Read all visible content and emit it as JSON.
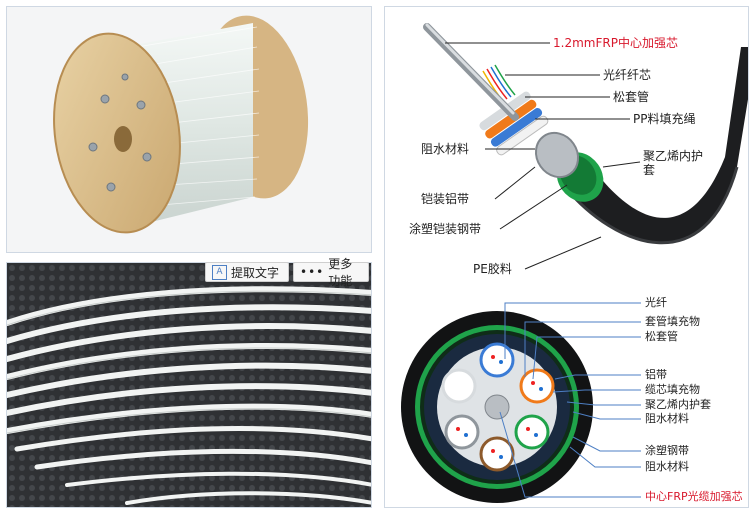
{
  "toolbar": {
    "extract_text": "提取文字",
    "more_features": "更多功能"
  },
  "cable_callouts": {
    "frp": "1.2mmFRP中心加强芯",
    "fiber_core": "光纤纤芯",
    "loose_tube": "松套管",
    "pp_filler": "PP料填充绳",
    "water_block": "阻水材料",
    "pe_inner": "聚乙烯内护套",
    "al_tape": "铠装铝带",
    "steel_tape": "涂塑铠装钢带",
    "pe_jacket": "PE胶料"
  },
  "cross_section_callouts": {
    "fiber": "光纤",
    "tube_filler": "套管填充物",
    "loose_tube": "松套管",
    "al_tape": "铝带",
    "core_filler": "缆芯填充物",
    "pe_inner": "聚乙烯内护套",
    "water_block_1": "阻水材料",
    "coated_steel": "涂塑钢带",
    "water_block_2": "阻水材料",
    "frp_center": "中心FRP光缆加强芯"
  },
  "colors": {
    "accent_red": "#d8182c",
    "leader_blue": "#4d7fc4",
    "jacket_green": "#1fa34a"
  }
}
